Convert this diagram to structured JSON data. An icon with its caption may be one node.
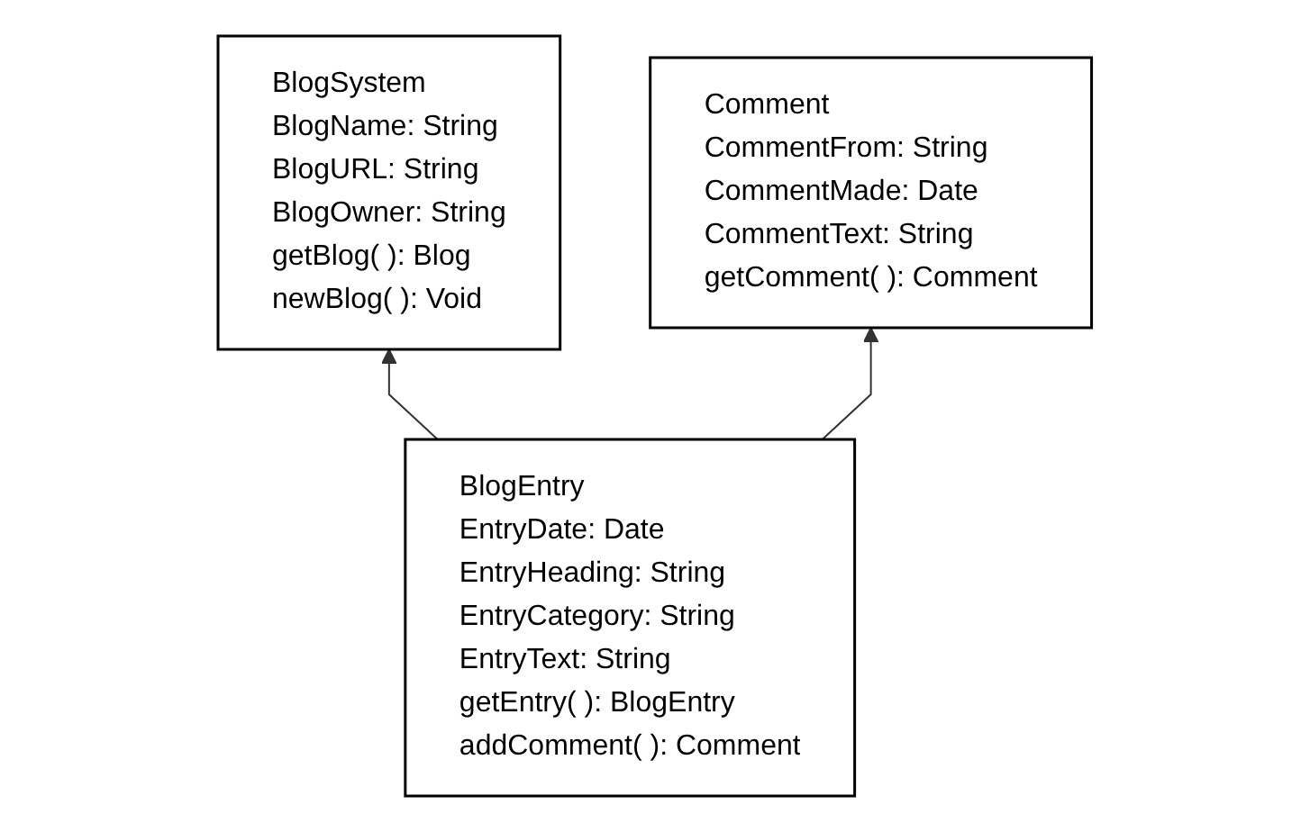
{
  "diagram": {
    "nodes": [
      {
        "text": [
          "BlogSystem",
          "BlogName: String",
          "BlogURL: String",
          "BlogOwner: String",
          "getBlog( ): Blog",
          "newBlog( ): Void"
        ]
      },
      {
        "text": [
          "BlogEntry",
          "EntryDate: Date",
          "EntryHeading: String",
          "EntryCategory: String",
          "EntryText: String",
          "getEntry( ): BlogEntry",
          "addComment( ): Comment"
        ]
      },
      {
        "text": [
          "Comment",
          "CommentFrom: String",
          "CommentMade: Date",
          "CommentText: String",
          "getComment( ): Comment"
        ]
      }
    ],
    "edges": [
      {
        "from": 1,
        "to": 0,
        "arrow": "to"
      },
      {
        "from": 1,
        "to": 2,
        "arrow": "to"
      }
    ]
  }
}
